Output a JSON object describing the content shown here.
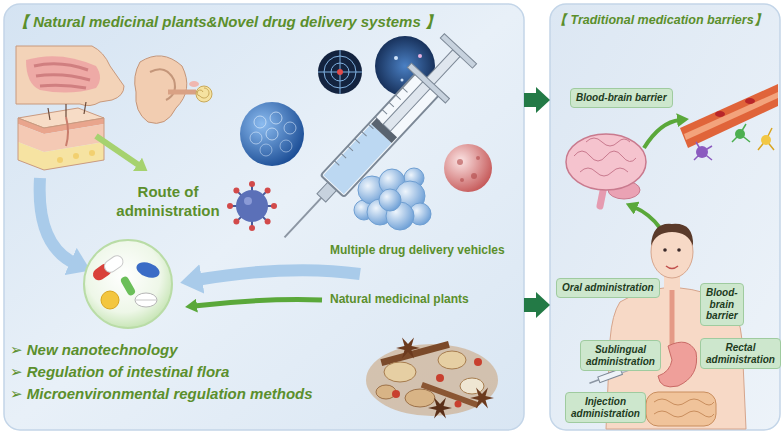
{
  "diagram": {
    "nodes": [
      {
        "text": [
          "【 Natural medicinal plants&Novel drug delivery systems 】"
        ]
      },
      {
        "text": [
          "【 Traditional medication barriers】"
        ]
      },
      {
        "text": [
          "Blood-brain barrier"
        ],
        "in": 1
      },
      {
        "text": [
          "Oral administration"
        ],
        "in": 1
      },
      {
        "text": [
          "Blood-brain barrier"
        ],
        "in": 1
      },
      {
        "text": [
          "Sublingual administration"
        ],
        "in": 1
      },
      {
        "text": [
          "Rectal administration"
        ],
        "in": 1
      },
      {
        "text": [
          "Injection administration"
        ],
        "in": 1
      }
    ],
    "edges": [
      {
        "from": 0,
        "to": 1,
        "arrow": "to"
      },
      {
        "from": 0,
        "to": 1,
        "arrow": "to"
      }
    ],
    "labels": [
      "Route of administration",
      "Multiple drug delivery vehicles",
      "Natural medicinal plants",
      "➢ New nanotechnology",
      "➢ Regulation of intestinal flora",
      "➢ Microenvironmental regulation methods"
    ]
  }
}
